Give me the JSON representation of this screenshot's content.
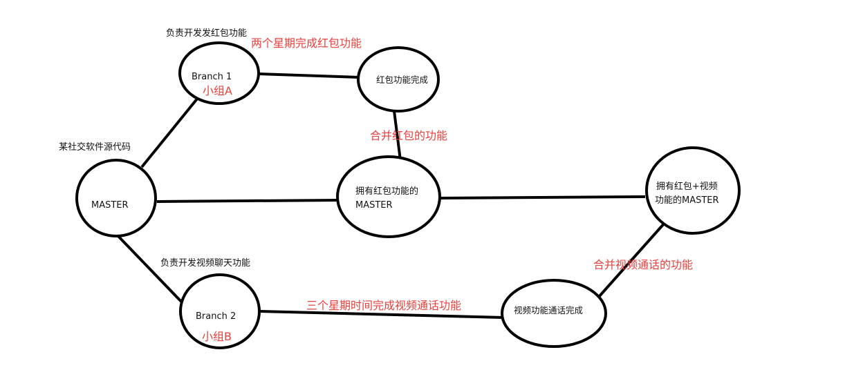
{
  "colors": {
    "line": "#000000",
    "annotation": "#e8403c",
    "text": "#111111",
    "background": "#ffffff"
  },
  "nodes": {
    "master": "MASTER",
    "branch1": "Branch 1",
    "branch2": "Branch 2",
    "hongbao_done": "红包功能完成",
    "master_hongbao_l1": "拥有红包功能的",
    "master_hongbao_l2": "MASTER",
    "master_full_l1": "拥有红包+视频",
    "master_full_l2": "功能的MASTER",
    "video_done": "视频功能通话完成"
  },
  "labels": {
    "source_code": "某社交软件源代码",
    "branch1_task": "负责开发发红包功能",
    "branch2_task": "负责开发视频聊天功能",
    "group_a": "小组A",
    "group_b": "小组B",
    "two_weeks": "两个星期完成红包功能",
    "merge_hongbao": "合并红包的功能",
    "three_weeks": "三个星期时间完成视频通话功能",
    "merge_video": "合并视频通话的功能"
  }
}
